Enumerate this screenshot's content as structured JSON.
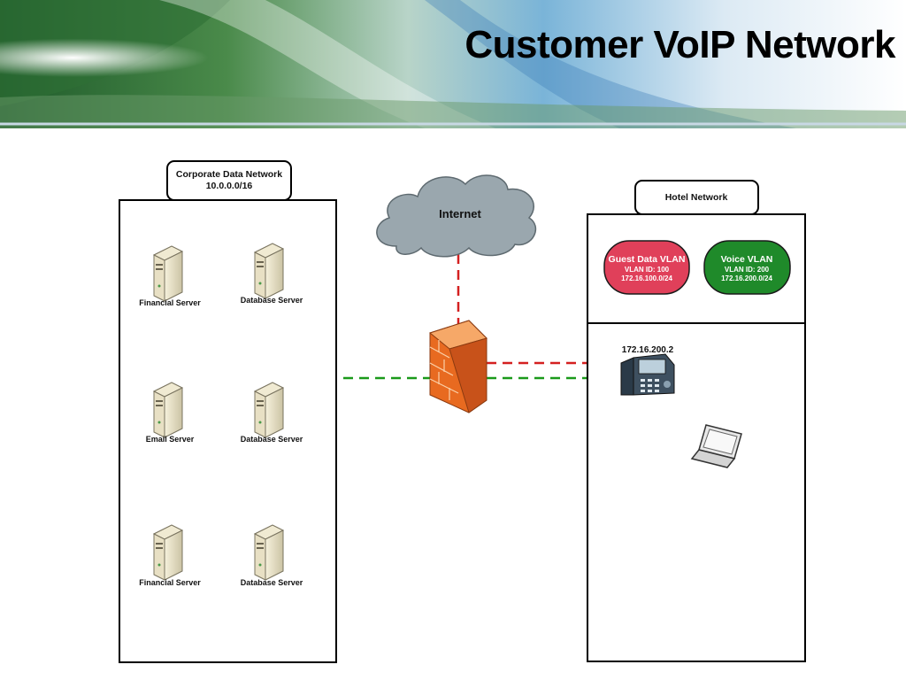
{
  "title": "Customer VoIP Network",
  "corporate": {
    "name": "Corporate Data Network",
    "subnet": "10.0.0.0/16",
    "servers": [
      {
        "label": "Financial Server"
      },
      {
        "label": "Database Server"
      },
      {
        "label": "Email Server"
      },
      {
        "label": "Database Server"
      },
      {
        "label": "Financial Server"
      },
      {
        "label": "Database Server"
      }
    ]
  },
  "internet": {
    "label": "Internet"
  },
  "hotel": {
    "name": "Hotel Network",
    "guest_vlan": {
      "name": "Guest Data VLAN",
      "id": "VLAN ID:  100",
      "subnet": "172.16.100.0/24",
      "color": "#e0405a"
    },
    "voice_vlan": {
      "name": "Voice VLAN",
      "id": "VLAN ID:  200",
      "subnet": "172.16.200.0/24",
      "color": "#1f8a2a"
    },
    "phone_ip": "172.16.200.2"
  },
  "colors": {
    "data_link": "#d42020",
    "voice_link": "#1a9a1a",
    "firewall": "#f07a2a"
  },
  "icons": [
    "server-icon",
    "cloud-icon",
    "firewall-icon",
    "ip-phone-icon",
    "laptop-icon"
  ]
}
